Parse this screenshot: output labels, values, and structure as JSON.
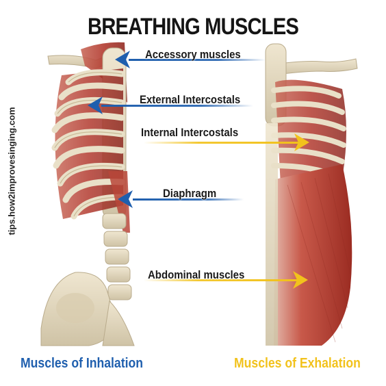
{
  "title": "BREATHING MUSCLES",
  "watermark": "tips.how2improvesinging.com",
  "labels": {
    "accessory": "Accessory muscles",
    "external": "External Intercostals",
    "internal": "Internal Intercostals",
    "diaphragm": "Diaphragm",
    "abdominal": "Abdominal muscles"
  },
  "captions": {
    "inhalation": "Muscles of Inhalation",
    "exhalation": "Muscles of Exhalation"
  },
  "colors": {
    "inhalation_arrow": "#1f5fae",
    "exhalation_arrow": "#f2c21c",
    "muscle": "#b5362c",
    "bone": "#e6dcc4"
  }
}
